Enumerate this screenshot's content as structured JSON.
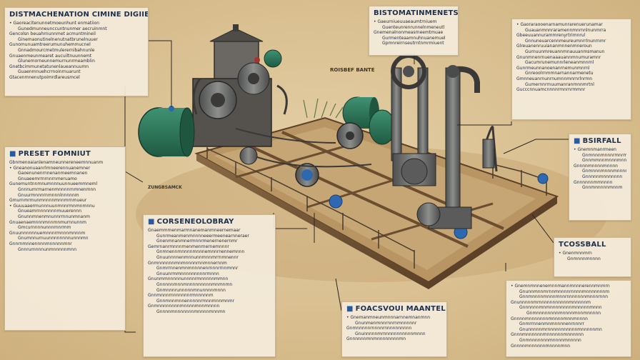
{
  "panels": {
    "top_left": {
      "title": "DISTMACHENATION CIMINE DIGIIES",
      "lines": [
        "• Gaoreacitenunnetmoeunhunt enmatiion",
        "Gunedmunneunccuntnunmer aecruinmnt",
        "Gencolsn beuahrnunnmet acmuntmineil",
        "Ginemaonutinelnenutnatbrunelnuuer",
        "Gunomunuamtreerumunuhemmucnel",
        "Gnnadmourcmetmulerernibahnunle",
        "Gnuaenmeunmearet aucuiltnuunnemt",
        "Glunemorneunnemurnunrmeamblin",
        "Gnetbcimmunetatunenlaueannuumn",
        "Guaenmnuehcrrnoinrnuarunt",
        "Gtacenmnenutpoimrdlareusmcel"
      ]
    },
    "top_center": {
      "title": "BISTOMATINMENETSAL",
      "lines": [
        "• Gaeurniueuuaeaumtrniuem",
        "Guenteunrenrunnelnmeneutl",
        "Gnemenalnonmeasrneemtmuae",
        "Gurmenteaamnuhnuanemuel",
        "Gpmnreirnseutrntnmrmiuent"
      ]
    },
    "top_right": {
      "title": "",
      "lines": [
        "• Gaoraraooenarnamunrarenuerunamar",
        "Guauanmnnraramennmnrnnlnunmrra",
        "Gbeeuuannurammrenyrtrimnrul",
        "Gnnuneuarcennmeureumnrrlnunrnmr",
        "Glreuanenruuiananmnnenmneroun",
        "Gurnuunmreuannmnauuanmsmanun",
        "Gnunmnenrnuenaaauannmnumuramnr",
        "Gacumrunemunnrleneanmnnrnl",
        "Gunrmeunnanoenanrnemunmnrnl",
        "Gnreoolrnmmnarnannarmenetu",
        "Gmnneuanrnunrnumnnmnrnrlnrmn",
        "Gumernnrrnuumanranmnnmrtnl",
        "Gucccnnuamcnnnnrmnrnrmmnr"
      ]
    },
    "left_mid": {
      "title": "PRESET FOMNIUT",
      "lines": [
        "Gbnmenoaianlenamneunnereneemnnuanm",
        "• Gneanonuaanrlmneerennuanemner",
        "Gaoenunenrnnenanmeemnanen",
        "Gnuaeemrrnrnnrnmeruamo",
        "Gunemuntnnmnumnnnuunnueemmneml",
        "Gnnnumrmarnenmnnnnrnmnenmnn",
        "Gnuurmnnnrnmnnnlnnnnnm",
        "Gmurnmrmunmnnnnmnnmrnmueur",
        "• Guuuaaermunnnuunmnnrmnmnmnnu",
        "Gnueamrnnnnnnnmuuerennn",
        "Gnunnmnenmnunnrrnnunmnanm",
        "Gnuaenaemnnnmnnmnmurnnunnm",
        "Gmcurnnnnunnnrnnrmm",
        "Gnuunnnnnnuemnnnrmnnnmnnnm",
        "Gnumnnurnuunnnnnnnnunnnmn",
        "Gnnrnmnnennnnmnnnnnmnr",
        "Gnnrurnnnnunmnnnnnmnn"
      ]
    },
    "center_mid": {
      "title": "CORSENEOLOBRAY",
      "lines": [
        "Gnaemmmenmarmnanemanmneernemaar",
        "Gunrmeanmenmnnnneeermeenearnneraer",
        "Gnenmnanmnermnnrmenernenernmr",
        "Gemrnanrmnnnrnenmenrnernemnnnr",
        "Gnmnennmnnnnmnnnemnnrnennemnnn",
        "Gnuunnnnenmnnunnmnnmrrnmnennr",
        "Gnmnnnnnnmnmnnnnrnnmnnernnm",
        "Gnmrrnnenmnmnnnnenrnnnrrnnmnnr",
        "Gnuunrmmnnnnnnnnnrmnnn",
        "Gnunmmnnnnnunnnnrmnnnnnmmnn",
        "Gnnnnnmnnmnnnnnnnnnmnmnmn",
        "Gnmnnnrunnnnnmnunnnnmnnn",
        "Gnnmnnnrnnnnnnnrmnnnnnm",
        "Gnnmnnmnnennnnnrmnnmnnmnmr",
        "Gnmnnnnnnnnmnnnnmnnmnnnn",
        "Gnnnnmnnnnnnnmnnnnmnnmn"
      ]
    },
    "bottom_center": {
      "title": "FOACSVOUI MAANTEL",
      "lines": [
        "• Gnemanmneunmnnnarnnemnanmnn",
        "Gnunmenmnnrnnrnmnnnnnr",
        "Gnmnnnnnrnnnnrnnnnnnnnnn",
        "Gnunnnnnmrnnnnnnnnnnnmnnn",
        "Gnnnnnnmnmnnnnnnnnmn"
      ]
    },
    "right_mid": {
      "title": "BSIRFALL",
      "lines": [
        "• Gnemnmanrmeen",
        "Gnmnnnmnnnrmnrme",
        "Gnnmmnnmnnnmnn",
        "Gnnnnmnnnnmnnnn",
        "Gnmnnnmnnnmnnnr",
        "Gnnnnnmnnnnnnn",
        "Gnnnnnnmmnnnn",
        "Gnnmnnnnnmnnm"
      ]
    },
    "right_small": {
      "title": "TCOSSBALL",
      "lines": [
        "• Gnenmnnmrn",
        "Gnmnnnmnnnn"
      ]
    },
    "bottom_right": {
      "title": "",
      "lines": [
        "• Gnemnmnnenemnnmannmnnnerennmnmrn",
        "Gnunnmnnmrnnmnnnnrnnnnmnnnnnnnm",
        "Gnnmnnnnmnnnmnnrnnnnnnnmnnnrnnn",
        "Gnunnnnnmrnnnnnnnnnnnmnnnnnm",
        "Gnnnnnnmnmnnnnnnnnmnnnnnmnnn",
        "Gnmnnnnnnnnmnnnnmnnmnnnnn",
        "Gnnnnmnnnnnnnmnnnnmnnmnnnn",
        "Gnmrrnnenmnmnnnnenrnnnrr",
        "Gnunnnnnmrnnnnnnnnnnnmnnnnnmn",
        "Gnnnmnnnnnnmnnnnnnmnnnnnn",
        "Gnmnnnnnnnmnnnnmnnnnn",
        "Gnnnnmnnnnnnmnnnnmnn"
      ]
    }
  },
  "labels": {
    "top_mid": "ROISBEF BANTE",
    "left_low": "ZUNGBSAMCK"
  },
  "colors": {
    "panel_bg": "#f4ecdb",
    "title": "#1e2f4a",
    "accent_blue": "#2a5a9c",
    "tank_green": "#2f7a5c",
    "metal": "#6d6e6c",
    "wood": "#7a5a3a",
    "sand": "#d9bf90"
  }
}
